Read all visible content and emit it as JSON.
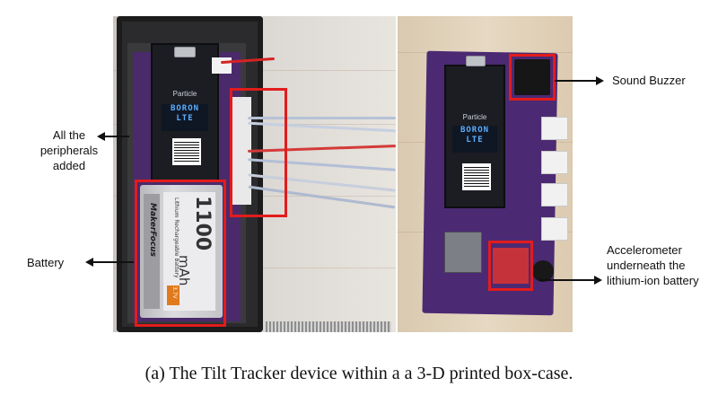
{
  "figure": {
    "left_photo": {
      "board_brand": "Particle",
      "board_model_line1": "BORON",
      "board_model_line2": "LTE",
      "battery": {
        "capacity": "1100",
        "unit": "mAh",
        "brand": "MakerFocus",
        "description": "Lithium Rechargeable Battery",
        "voltage": "3.7V"
      }
    },
    "right_photo": {
      "board_brand": "Particle",
      "board_model_line1": "BORON",
      "board_model_line2": "LTE"
    },
    "annotations": {
      "peripherals": "All the peripherals added",
      "battery": "Battery",
      "buzzer": "Sound Buzzer",
      "accelerometer": "Accelerometer underneath the lithium-ion battery"
    },
    "caption": "(a) The Tilt Tracker device within a a 3-D printed box-case."
  },
  "colors": {
    "highlight_red": "#e21c1c",
    "pcb_purple": "#4b2a73",
    "case_black": "#2b2b2d"
  }
}
